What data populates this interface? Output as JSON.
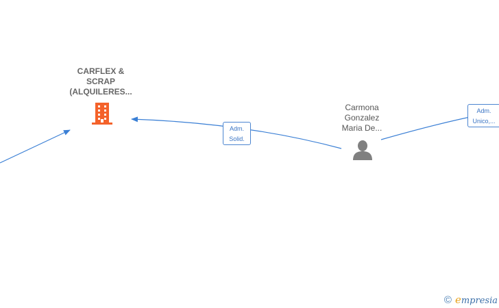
{
  "nodes": {
    "company": {
      "label": "CARFLEX &\nSCRAP\n(ALQUILERES...",
      "icon": "building-icon",
      "color": "#f4622a"
    },
    "person": {
      "label": "Carmona\nGonzalez\nMaria De...",
      "icon": "person-icon",
      "color": "#808080"
    }
  },
  "edges": [
    {
      "label": "Adm.\nSolid.",
      "from": "person",
      "to": "company"
    },
    {
      "label": "Adm.\nUnico,...",
      "from": "offscreen-right",
      "to": "person"
    },
    {
      "label": "",
      "from": "offscreen-left",
      "to": "company"
    }
  ],
  "footer": {
    "copyright_symbol": "©",
    "brand_initial": "e",
    "brand_rest": "mpresia"
  },
  "colors": {
    "edge": "#3a7fd5",
    "edge_label_border": "#4a84d0"
  }
}
